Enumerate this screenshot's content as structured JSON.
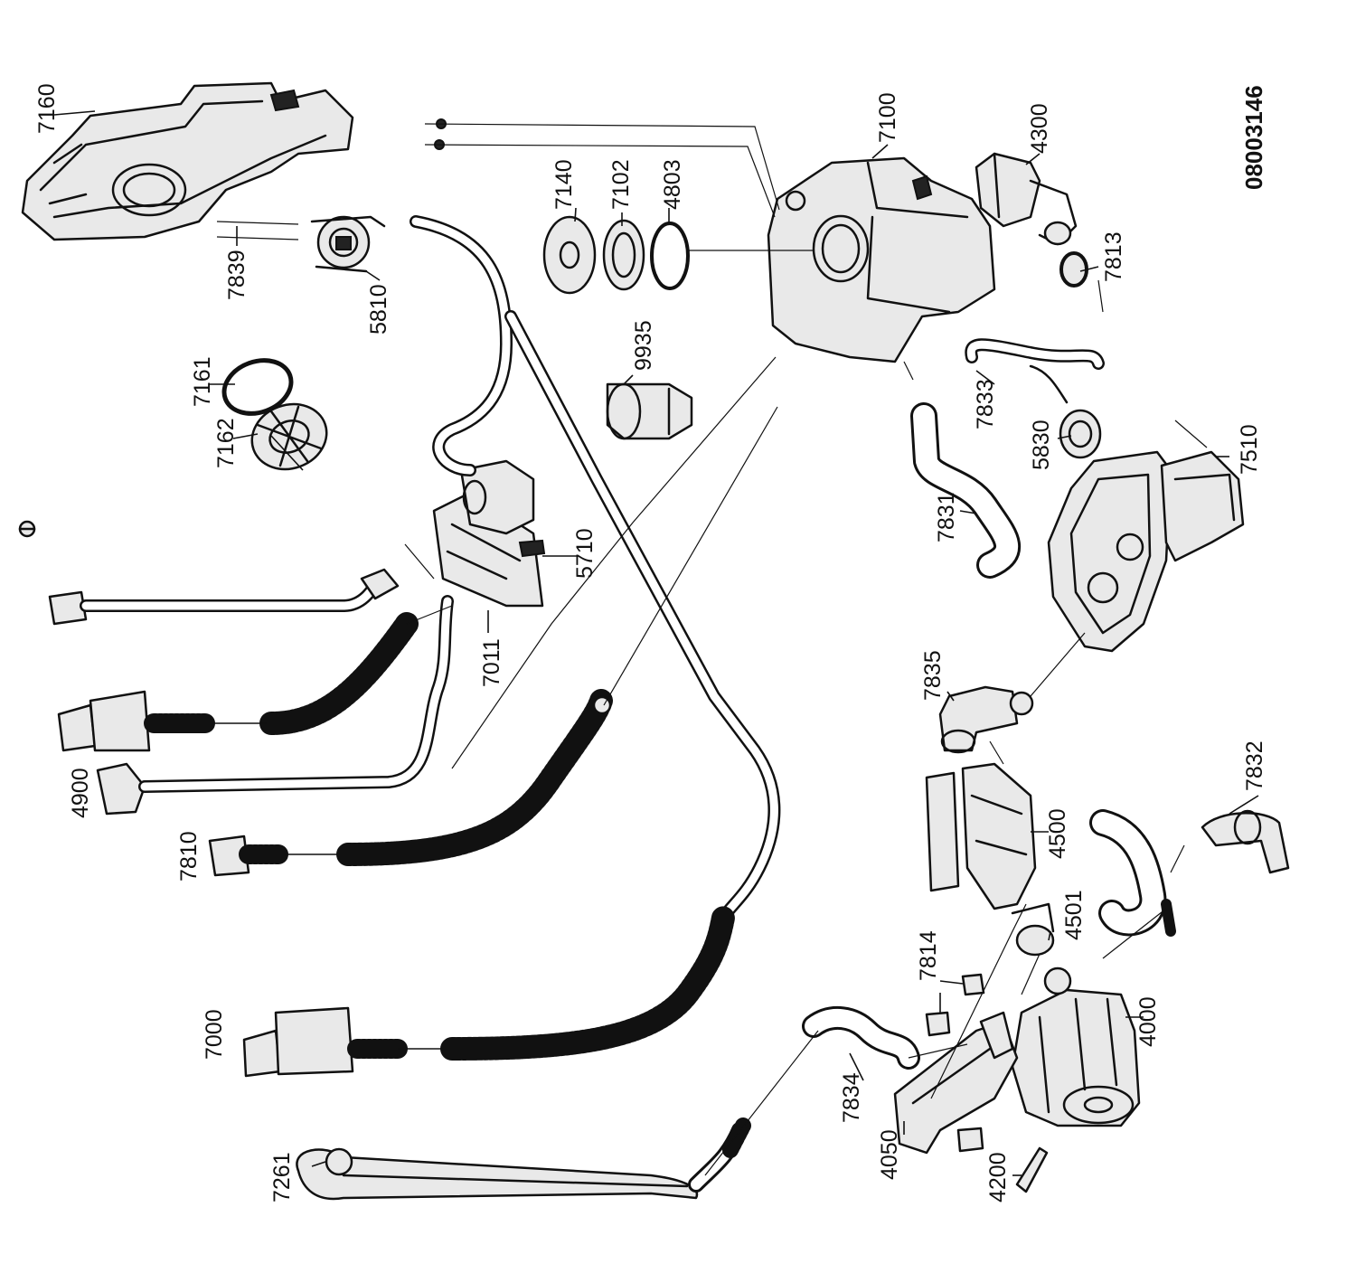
{
  "drawing_code": "08003146",
  "part_labels": [
    {
      "id": "7160",
      "text": "7160"
    },
    {
      "id": "7839",
      "text": "7839"
    },
    {
      "id": "5810",
      "text": "5810"
    },
    {
      "id": "7161",
      "text": "7161"
    },
    {
      "id": "7162",
      "text": "7162"
    },
    {
      "id": "7140",
      "text": "7140"
    },
    {
      "id": "7102",
      "text": "7102"
    },
    {
      "id": "4803",
      "text": "4803"
    },
    {
      "id": "9935",
      "text": "9935"
    },
    {
      "id": "7100",
      "text": "7100"
    },
    {
      "id": "4300",
      "text": "4300"
    },
    {
      "id": "7813",
      "text": "7813"
    },
    {
      "id": "7833",
      "text": "7833"
    },
    {
      "id": "5830",
      "text": "5830"
    },
    {
      "id": "7510",
      "text": "7510"
    },
    {
      "id": "7831",
      "text": "7831"
    },
    {
      "id": "5710",
      "text": "5710"
    },
    {
      "id": "7011",
      "text": "7011"
    },
    {
      "id": "4900",
      "text": "4900"
    },
    {
      "id": "7810",
      "text": "7810"
    },
    {
      "id": "7835",
      "text": "7835"
    },
    {
      "id": "7832",
      "text": "7832"
    },
    {
      "id": "4500",
      "text": "4500"
    },
    {
      "id": "4501",
      "text": "4501"
    },
    {
      "id": "7814",
      "text": "7814"
    },
    {
      "id": "4000",
      "text": "4000"
    },
    {
      "id": "7000",
      "text": "7000"
    },
    {
      "id": "7834",
      "text": "7834"
    },
    {
      "id": "4050",
      "text": "4050"
    },
    {
      "id": "4200",
      "text": "4200"
    },
    {
      "id": "7261",
      "text": "7261"
    }
  ]
}
